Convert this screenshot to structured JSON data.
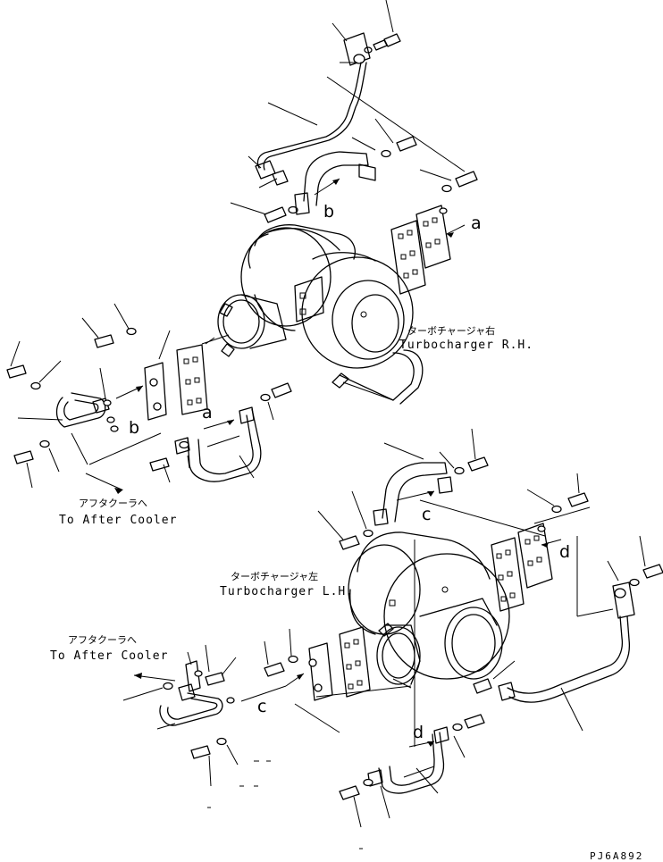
{
  "labels": {
    "turbo_rh_jp": "ターボチャージャ右",
    "turbo_rh_en": "Turbocharger R.H.",
    "turbo_lh_jp": "ターボチャージャ左",
    "turbo_lh_en": "Turbocharger L.H.",
    "aftercooler_jp": "アフタクーラへ",
    "aftercooler_en": "To After Cooler",
    "aftercooler2_jp": "アフタクーラへ",
    "aftercooler2_en": "To After Cooler",
    "drawing_code": "PJ6A892"
  },
  "callouts": {
    "a": "a",
    "b": "b",
    "c": "c",
    "d": "d"
  }
}
